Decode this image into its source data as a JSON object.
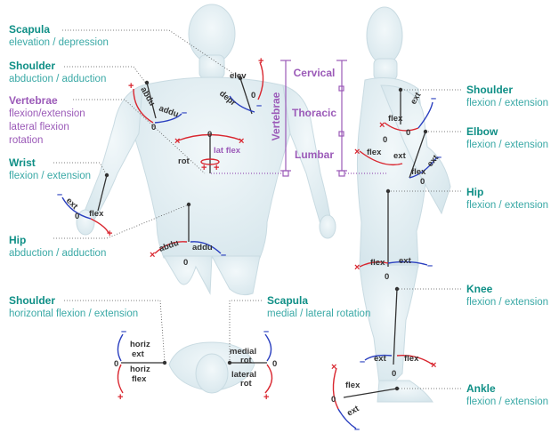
{
  "callouts": {
    "scapula_top": {
      "title": "Scapula",
      "lines": [
        "elevation / depression"
      ]
    },
    "shoulder_left": {
      "title": "Shoulder",
      "lines": [
        "abduction / adduction"
      ]
    },
    "vertebrae": {
      "title": "Vertebrae",
      "lines": [
        "flexion/extension",
        "lateral flexion",
        "rotation"
      ]
    },
    "wrist": {
      "title": "Wrist",
      "lines": [
        "flexion / extension"
      ]
    },
    "hip_left": {
      "title": "Hip",
      "lines": [
        "abduction / adduction"
      ]
    },
    "shoulder_bottom": {
      "title": "Shoulder",
      "lines": [
        "horizontal flexion / extension"
      ]
    },
    "scapula_bottom": {
      "title": "Scapula",
      "lines": [
        "medial / lateral rotation"
      ]
    },
    "shoulder_right": {
      "title": "Shoulder",
      "lines": [
        "flexion / extension"
      ]
    },
    "elbow": {
      "title": "Elbow",
      "lines": [
        "flexion / extension"
      ]
    },
    "hip_right": {
      "title": "Hip",
      "lines": [
        "flexion / extension"
      ]
    },
    "knee": {
      "title": "Knee",
      "lines": [
        "flexion / extension"
      ]
    },
    "ankle": {
      "title": "Ankle",
      "lines": [
        "flexion / extension"
      ]
    }
  },
  "spine": {
    "axis_label": "Vertebrae",
    "segments": [
      "Cervical",
      "Thoracic",
      "Lumbar"
    ]
  },
  "joint_labels": {
    "elev": "elev",
    "depr": "depr",
    "abdu": "abdu",
    "addu": "addu",
    "lat_flex": "lat flex",
    "rot": "rot",
    "flex": "flex",
    "ext": "ext",
    "horiz_ext": "horiz\next",
    "horiz_flex": "horiz\nflex",
    "medial_rot": "medial\nrot",
    "lateral_rot": "lateral\nrot",
    "zero": "0",
    "plus": "+",
    "minus": "–",
    "cross": "×"
  },
  "colors": {
    "teal": "#0f8f86",
    "teal_light": "#3aa9a6",
    "purple": "#9b5ab8",
    "red": "#d9262f",
    "blue": "#2a3fbf",
    "body": "#e3eef2",
    "body_edge": "#c9dbe2",
    "line": "#333333"
  }
}
